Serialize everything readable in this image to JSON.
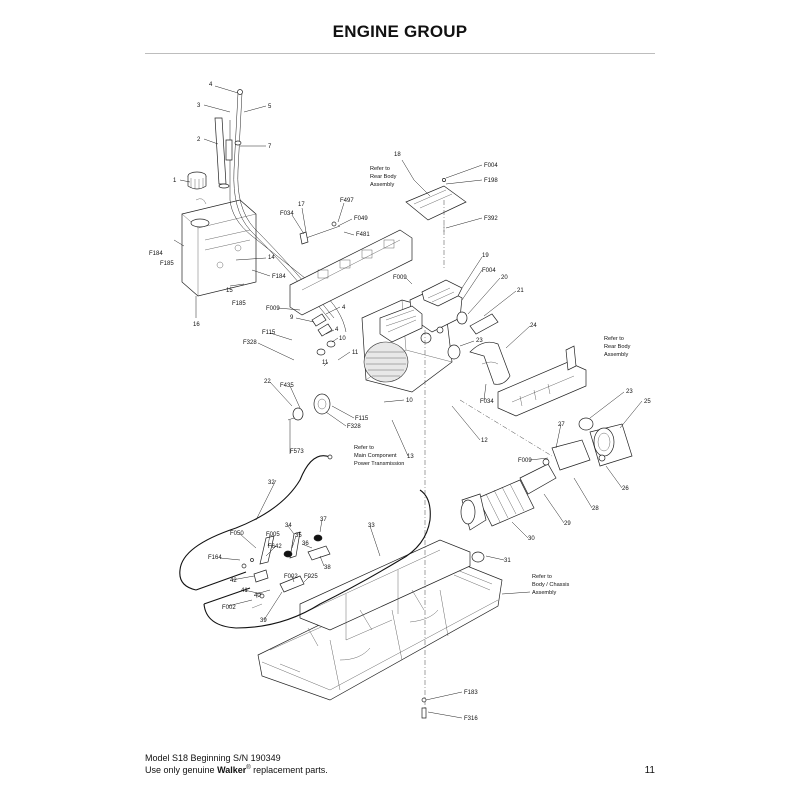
{
  "page": {
    "title": "ENGINE GROUP",
    "footer_model": "Model S18 Beginning S/N 190349",
    "footer_note_before": "Use only genuine ",
    "footer_brand": "Walker",
    "footer_reg": "®",
    "footer_note_after": " replacement parts.",
    "page_number": "11"
  },
  "notes": {
    "rear_body_1": [
      "Refer to",
      "Rear Body",
      "Assembly"
    ],
    "rear_body_2": [
      "Refer to",
      "Rear Body",
      "Assembly"
    ],
    "main_component": [
      "Refer to",
      "Main Component",
      "Power Transmission"
    ],
    "body_chassis": [
      "Refer to",
      "Body / Chassis",
      "Assembly"
    ]
  },
  "callouts": [
    {
      "id": "c4a",
      "text": "4"
    },
    {
      "id": "c3a",
      "text": "3"
    },
    {
      "id": "c5",
      "text": "5"
    },
    {
      "id": "c2",
      "text": "2"
    },
    {
      "id": "c7",
      "text": "7"
    },
    {
      "id": "c1",
      "text": "1"
    },
    {
      "id": "c18",
      "text": "18"
    },
    {
      "id": "cF004a",
      "text": "F004"
    },
    {
      "id": "cF198",
      "text": "F198"
    },
    {
      "id": "cF392",
      "text": "F392"
    },
    {
      "id": "c17",
      "text": "17"
    },
    {
      "id": "cF497",
      "text": "F497"
    },
    {
      "id": "cF034a",
      "text": "F034"
    },
    {
      "id": "cF049",
      "text": "F049"
    },
    {
      "id": "cF481",
      "text": "F481"
    },
    {
      "id": "cF184a",
      "text": "F184"
    },
    {
      "id": "cF185a",
      "text": "F185"
    },
    {
      "id": "c14",
      "text": "14"
    },
    {
      "id": "cF184b",
      "text": "F184"
    },
    {
      "id": "c15",
      "text": "15"
    },
    {
      "id": "cF185b",
      "text": "F185"
    },
    {
      "id": "c16",
      "text": "16"
    },
    {
      "id": "cF009a",
      "text": "F009"
    },
    {
      "id": "c19",
      "text": "19"
    },
    {
      "id": "cF004b",
      "text": "F004"
    },
    {
      "id": "c20",
      "text": "20"
    },
    {
      "id": "c21",
      "text": "21"
    },
    {
      "id": "cF009b",
      "text": "F009"
    },
    {
      "id": "c4b",
      "text": "4"
    },
    {
      "id": "c9",
      "text": "9"
    },
    {
      "id": "c4c",
      "text": "4"
    },
    {
      "id": "c10a",
      "text": "10"
    },
    {
      "id": "cF115a",
      "text": "F115"
    },
    {
      "id": "cF328a",
      "text": "F328"
    },
    {
      "id": "c11a",
      "text": "11"
    },
    {
      "id": "c11b",
      "text": "11"
    },
    {
      "id": "c24",
      "text": "24"
    },
    {
      "id": "c23a",
      "text": "23"
    },
    {
      "id": "c22",
      "text": "22"
    },
    {
      "id": "cF435",
      "text": "F435"
    },
    {
      "id": "c10b",
      "text": "10"
    },
    {
      "id": "cF115b",
      "text": "F115"
    },
    {
      "id": "cF328b",
      "text": "F328"
    },
    {
      "id": "cF034b",
      "text": "F034"
    },
    {
      "id": "c23b",
      "text": "23"
    },
    {
      "id": "c25",
      "text": "25"
    },
    {
      "id": "c12",
      "text": "12"
    },
    {
      "id": "cF573",
      "text": "F573"
    },
    {
      "id": "c13",
      "text": "13"
    },
    {
      "id": "c27",
      "text": "27"
    },
    {
      "id": "cF009c",
      "text": "F009"
    },
    {
      "id": "c26",
      "text": "26"
    },
    {
      "id": "c32",
      "text": "32"
    },
    {
      "id": "c28",
      "text": "28"
    },
    {
      "id": "c29",
      "text": "29"
    },
    {
      "id": "c30",
      "text": "30"
    },
    {
      "id": "c37",
      "text": "37"
    },
    {
      "id": "c34",
      "text": "34"
    },
    {
      "id": "cF050",
      "text": "F050"
    },
    {
      "id": "cF005",
      "text": "F005"
    },
    {
      "id": "c33",
      "text": "33"
    },
    {
      "id": "c35",
      "text": "35"
    },
    {
      "id": "cF642",
      "text": "F642"
    },
    {
      "id": "c36",
      "text": "36"
    },
    {
      "id": "cF164",
      "text": "F164"
    },
    {
      "id": "c38",
      "text": "38"
    },
    {
      "id": "c31",
      "text": "31"
    },
    {
      "id": "c42",
      "text": "42"
    },
    {
      "id": "cF002a",
      "text": "F002"
    },
    {
      "id": "cF025",
      "text": "F025"
    },
    {
      "id": "c41",
      "text": "41"
    },
    {
      "id": "c40",
      "text": "40"
    },
    {
      "id": "cF002b",
      "text": "F002"
    },
    {
      "id": "c39",
      "text": "39"
    },
    {
      "id": "cF183",
      "text": "F183"
    },
    {
      "id": "cF316",
      "text": "F316"
    }
  ]
}
